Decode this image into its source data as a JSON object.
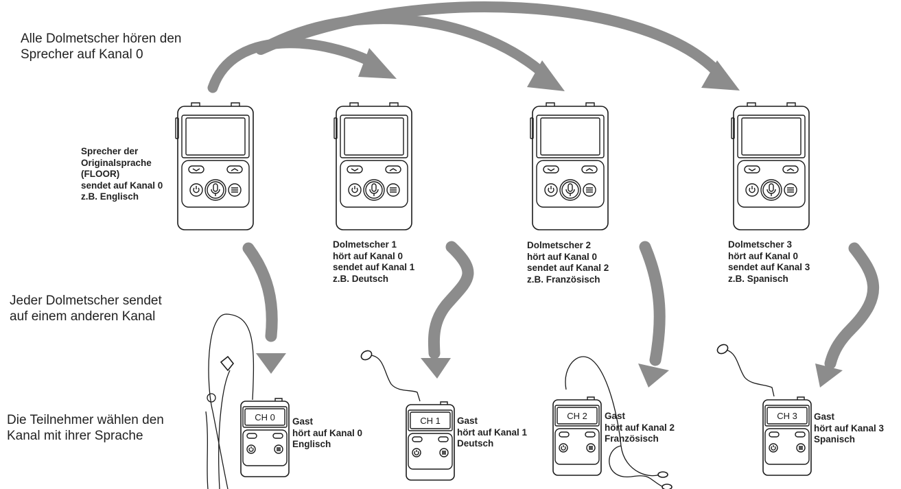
{
  "notes": {
    "top": [
      "Alle Dolmetscher hören den",
      "Sprecher auf Kanal 0"
    ],
    "middle": [
      "Jeder Dolmetscher sendet",
      "auf einem anderen Kanal"
    ],
    "bottom": [
      "Die Teilnehmer wählen den",
      "Kanal mit ihrer Sprache"
    ]
  },
  "speaker": {
    "lines": [
      "Sprecher der",
      "Originalsprache",
      "(FLOOR)",
      "sendet auf Kanal 0",
      "z.B. Englisch"
    ]
  },
  "interpreters": [
    {
      "lines": [
        "Dolmetscher 1",
        "hört auf Kanal 0",
        "sendet auf Kanal 1",
        "z.B. Deutsch"
      ]
    },
    {
      "lines": [
        "Dolmetscher 2",
        "hört auf Kanal 0",
        "sendet auf Kanal 2",
        "z.B. Französisch"
      ]
    },
    {
      "lines": [
        "Dolmetscher 3",
        "hört auf Kanal 0",
        "sendet auf Kanal 3",
        "z.B. Spanisch"
      ]
    }
  ],
  "guests": [
    {
      "screen": "CH 0",
      "lines": [
        "Gast",
        "hört auf Kanal 0",
        "Englisch"
      ]
    },
    {
      "screen": "CH 1",
      "lines": [
        "Gast",
        "hört auf Kanal 1",
        "Deutsch"
      ]
    },
    {
      "screen": "CH 2",
      "lines": [
        "Gast",
        "hört auf Kanal 2",
        "Französisch"
      ]
    },
    {
      "screen": "CH 3",
      "lines": [
        "Gast",
        "hört auf Kanal 3",
        "Spanisch"
      ]
    }
  ],
  "colors": {
    "arrow": "#8c8c8c",
    "outline": "#1a1a1a",
    "text": "#222222"
  }
}
